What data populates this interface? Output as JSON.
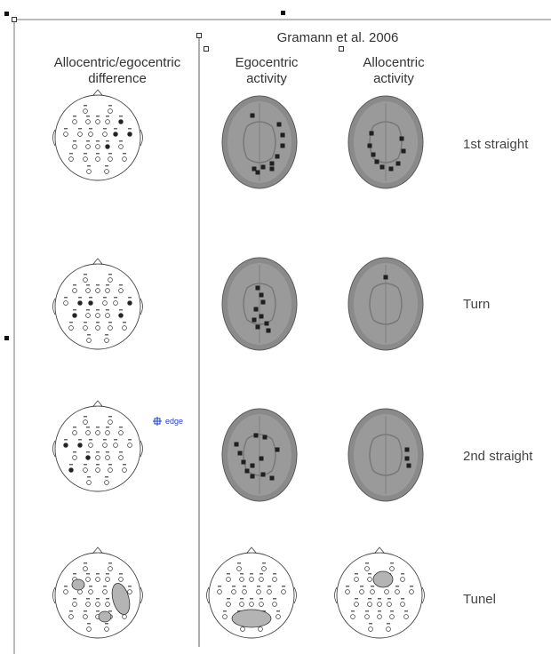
{
  "header": {
    "reference": "Gramann et al. 2006",
    "col_difference": [
      "Allocentric/egocentric",
      "difference"
    ],
    "col_egocentric": [
      "Egocentric",
      "activity"
    ],
    "col_allocentric": [
      "Allocentric",
      "activity"
    ]
  },
  "rows": [
    {
      "label": "1st straight"
    },
    {
      "label": "Turn"
    },
    {
      "label": "2nd straight"
    },
    {
      "label": "Tunel"
    }
  ],
  "tool": {
    "edge_label": "edge"
  },
  "colors": {
    "frame": "#555555",
    "brain": "#7d7d7d",
    "brain_inner": "#9a9a9a",
    "blob": "#b4b4b4",
    "edge_blue": "#1a3fcc"
  }
}
